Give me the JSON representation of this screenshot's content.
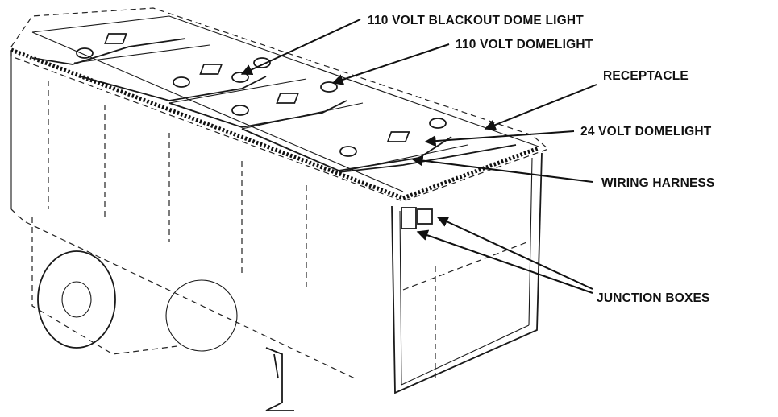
{
  "labels": {
    "blackout_dome_light": "110 VOLT BLACKOUT DOME LIGHT",
    "domelight_110": "110 VOLT DOMELIGHT",
    "receptacle": "RECEPTACLE",
    "domelight_24": "24 VOLT DOMELIGHT",
    "wiring_harness": "WIRING HARNESS",
    "junction_boxes": "JUNCTION BOXES"
  },
  "colors": {
    "ink": "#111111",
    "background": "#ffffff"
  }
}
